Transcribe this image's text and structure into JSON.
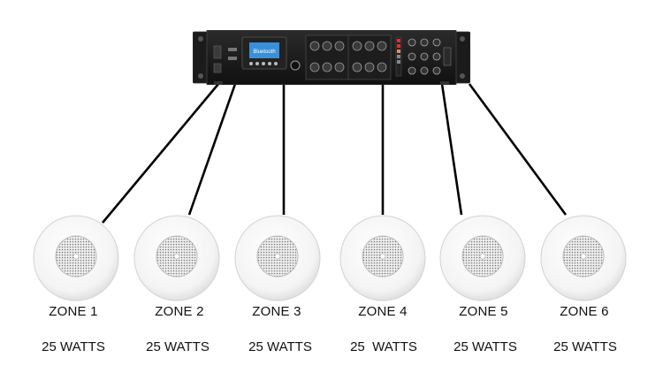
{
  "diagram": {
    "amplifier": {
      "display_text": "Bluetooth",
      "colors": {
        "chassis": "#1a1a1a",
        "screen": "#3b8fd6",
        "wire": "#000000"
      }
    },
    "zones": [
      {
        "label": "ZONE 1",
        "power": "25 WATTS"
      },
      {
        "label": "ZONE 2",
        "power": "25 WATTS"
      },
      {
        "label": "ZONE 3",
        "power": "25 WATTS"
      },
      {
        "label": "ZONE 4",
        "power": "25  WATTS"
      },
      {
        "label": "ZONE 5",
        "power": "25 WATTS"
      },
      {
        "label": "ZONE 6",
        "power": "25 WATTS"
      }
    ]
  }
}
